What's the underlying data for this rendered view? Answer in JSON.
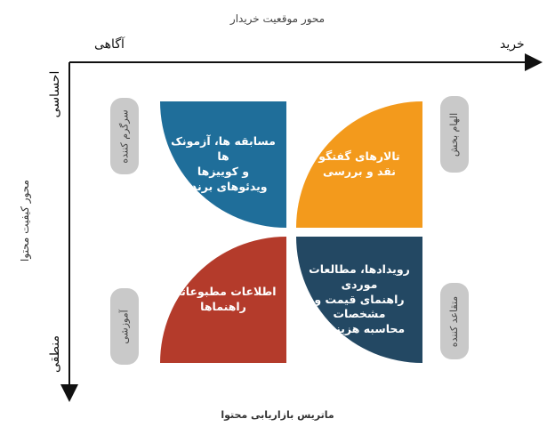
{
  "titles": {
    "top": "محور موقعیت خریدار",
    "left": "محور کیفیت محتوا",
    "bottom": "ماتریس بازاریابی محتوا"
  },
  "axes": {
    "top_left": "آگاهی",
    "top_right": "خرید",
    "left_top": "احساسی",
    "left_bottom": "منطقی"
  },
  "pills": {
    "top_left": "سرگرم کننده",
    "top_right": "الهام بخش",
    "bottom_left": "آموزشی",
    "bottom_right": "متقاعد کننده"
  },
  "quadrants": {
    "top_left": "مسابقه ها، آزمونک ها\nو کوییزها\nویدئوهای برندها",
    "top_right": "تالارهای گفتگو\nنقد و بررسی",
    "bottom_left": "اطلاعات مطبوعاتی\nراهنماها",
    "bottom_right": "رویدادها، مطالعات\nموردی\nراهنمای قیمت و\nمشخصات\nمحاسبه هزینه ها"
  },
  "colors": {
    "top_left": "#1f6e9a",
    "top_right": "#f39a1c",
    "bottom_left": "#b43b2b",
    "bottom_right": "#234863",
    "pill": "#c9c9c9"
  }
}
